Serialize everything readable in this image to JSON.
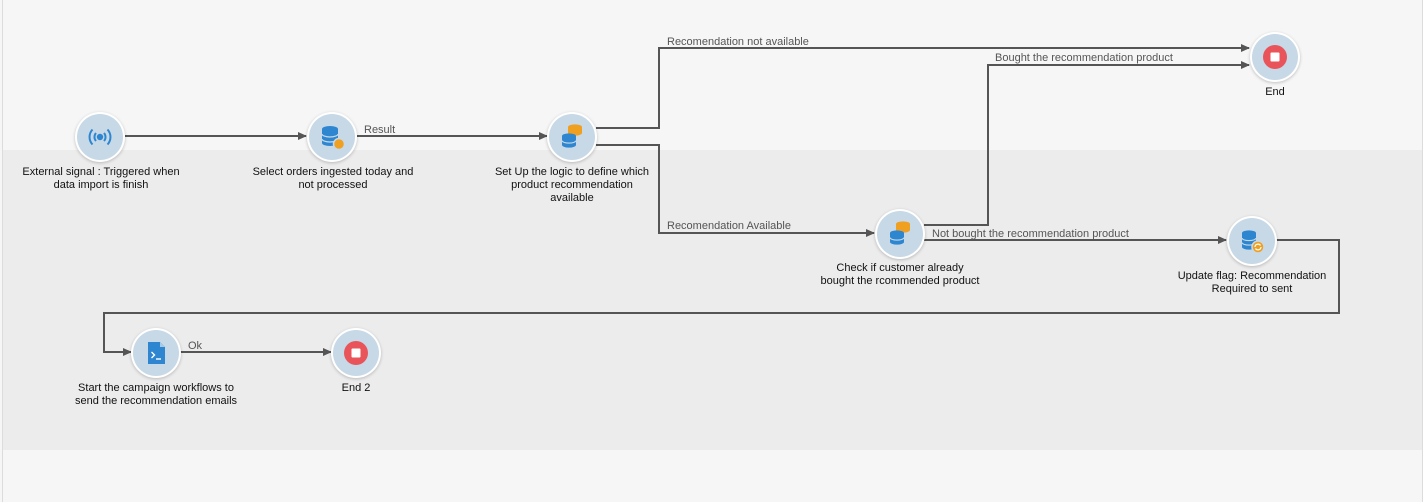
{
  "workflow": {
    "nodes": {
      "external_signal": {
        "label": "External signal : Triggered when\ndata import is finish",
        "icon": "signal-icon"
      },
      "select_orders": {
        "label": "Select orders ingested today and\nnot processed",
        "icon": "query-icon"
      },
      "logic": {
        "label": "Set Up the logic to define which\nproduct recommendation\navailable",
        "icon": "split-icon"
      },
      "check_customer": {
        "label": "Check if customer already\nbought the rcommended product",
        "icon": "split-icon"
      },
      "update_flag": {
        "label": "Update flag: Recommendation\nRequired to sent",
        "icon": "update-data-icon"
      },
      "start_campaign": {
        "label": "Start the campaign workflows to\nsend the recommendation emails",
        "icon": "script-icon"
      },
      "end": {
        "label": "End",
        "icon": "stop-icon"
      },
      "end2": {
        "label": "End 2",
        "icon": "stop-icon"
      }
    },
    "edges": {
      "result": "Result",
      "not_available": "Recomendation not available",
      "available": "Recomendation Available",
      "bought": "Bought the recommendation product",
      "not_bought": "Not bought the recommendation product",
      "ok": "Ok"
    }
  },
  "colors": {
    "node_fill": "#c7d8e6",
    "icon_blue": "#2e86d1",
    "icon_orange": "#f0a020",
    "stop_red": "#e8545a",
    "wire": "#555555"
  }
}
